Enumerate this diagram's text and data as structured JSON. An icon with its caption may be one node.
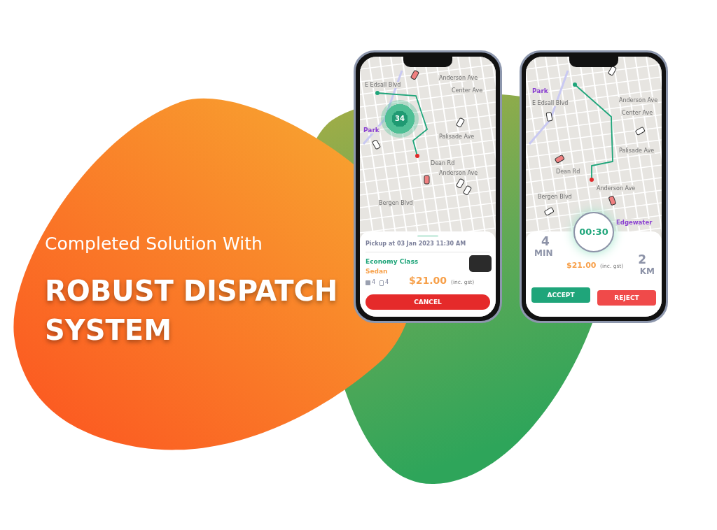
{
  "diagram": {
    "title": "ROBUST DISPATCH SYSTEM",
    "labels": [
      "Completed Solution With",
      "E Edsall Blvd",
      "Park",
      "Anderson Ave",
      "Center Ave",
      "Palisade Ave",
      "Dean Rd",
      "Anderson Ave",
      "Bergen Blvd",
      "34",
      "Pickup at 03 Jan 2023 11:30 AM",
      "Economy Class",
      "Sedan",
      "4",
      "4",
      "$21.00",
      "(inc. gst)",
      "CANCEL",
      "E Edsall Blvd",
      "Park",
      "Anderson Ave",
      "Center Ave",
      "Dean Rd",
      "Anderson Ave",
      "Bergen Blvd",
      "Palisade Ave",
      "Edgewater",
      "00:30",
      "4",
      "MIN",
      "$21.00",
      "(inc. gst)",
      "2",
      "KM",
      "ACCEPT",
      "REJECT"
    ]
  }
}
